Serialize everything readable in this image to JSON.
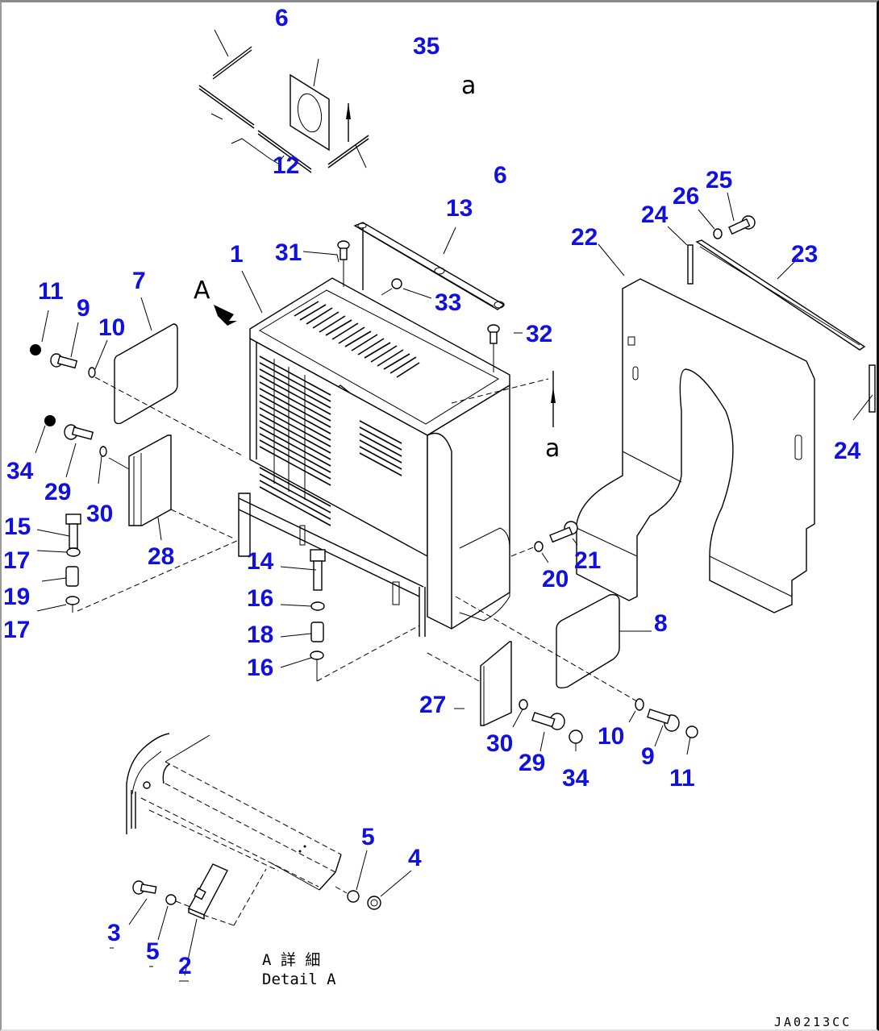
{
  "diagram": {
    "title": "Exploded parts view - cover assembly",
    "drawing_code": "JA0213CC",
    "view_marker": "A",
    "section_marker": "a",
    "detail_caption_jp": "A 詳 細",
    "detail_caption_en": "Detail A",
    "label_color": "#1010e0",
    "line_color": "#000000"
  },
  "part_labels": [
    {
      "id": "p6a",
      "text": "6"
    },
    {
      "id": "p35",
      "text": "35"
    },
    {
      "id": "p12",
      "text": "12"
    },
    {
      "id": "p6b",
      "text": "6"
    },
    {
      "id": "p13",
      "text": "13"
    },
    {
      "id": "p25",
      "text": "25"
    },
    {
      "id": "p26",
      "text": "26"
    },
    {
      "id": "p24a",
      "text": "24"
    },
    {
      "id": "p22",
      "text": "22"
    },
    {
      "id": "p23",
      "text": "23"
    },
    {
      "id": "p1",
      "text": "1"
    },
    {
      "id": "p31",
      "text": "31"
    },
    {
      "id": "p7",
      "text": "7"
    },
    {
      "id": "p11a",
      "text": "11"
    },
    {
      "id": "p9a",
      "text": "9"
    },
    {
      "id": "p10a",
      "text": "10"
    },
    {
      "id": "p33",
      "text": "33"
    },
    {
      "id": "p32",
      "text": "32"
    },
    {
      "id": "p24b",
      "text": "24"
    },
    {
      "id": "p34a",
      "text": "34"
    },
    {
      "id": "p29a",
      "text": "29"
    },
    {
      "id": "p30a",
      "text": "30"
    },
    {
      "id": "p15",
      "text": "15"
    },
    {
      "id": "p28",
      "text": "28"
    },
    {
      "id": "p17a",
      "text": "17"
    },
    {
      "id": "p19",
      "text": "19"
    },
    {
      "id": "p17b",
      "text": "17"
    },
    {
      "id": "p14",
      "text": "14"
    },
    {
      "id": "p16a",
      "text": "16"
    },
    {
      "id": "p18",
      "text": "18"
    },
    {
      "id": "p16b",
      "text": "16"
    },
    {
      "id": "p21",
      "text": "21"
    },
    {
      "id": "p20",
      "text": "20"
    },
    {
      "id": "p8",
      "text": "8"
    },
    {
      "id": "p27",
      "text": "27"
    },
    {
      "id": "p30b",
      "text": "30"
    },
    {
      "id": "p29b",
      "text": "29"
    },
    {
      "id": "p34b",
      "text": "34"
    },
    {
      "id": "p10b",
      "text": "10"
    },
    {
      "id": "p9b",
      "text": "9"
    },
    {
      "id": "p11b",
      "text": "11"
    },
    {
      "id": "p5a",
      "text": "5"
    },
    {
      "id": "p4",
      "text": "4"
    },
    {
      "id": "p3",
      "text": "3"
    },
    {
      "id": "p5b",
      "text": "5"
    },
    {
      "id": "p2",
      "text": "2"
    }
  ]
}
